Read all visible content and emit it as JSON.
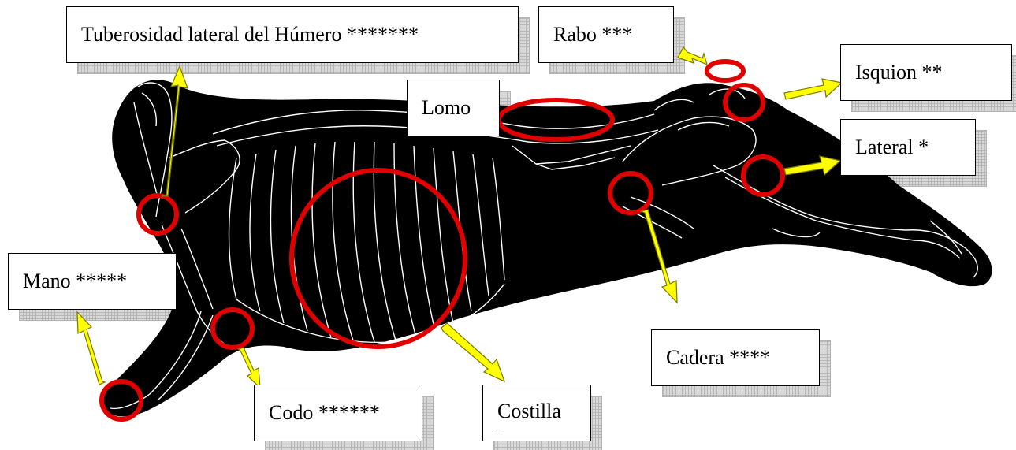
{
  "labels": {
    "tuberosidad": "Tuberosidad lateral del Húmero *******",
    "rabo": "Rabo ***",
    "isquion": "Isquion **",
    "lomo": "Lomo",
    "lateral": "Lateral *",
    "mano": "Mano *****",
    "cadera": "Cadera ****",
    "codo": "Codo ******",
    "costilla": "Costilla",
    "costilla_mark": "--"
  },
  "colors": {
    "silhouette": "#000000",
    "bone_outline": "#ffffff",
    "marker_circle": "#e00000",
    "arrow_fill": "#ffff00",
    "arrow_outline": "#7a7a00"
  },
  "icons": {
    "arrow": "yellow-arrow-icon",
    "circle": "red-circle-marker"
  }
}
